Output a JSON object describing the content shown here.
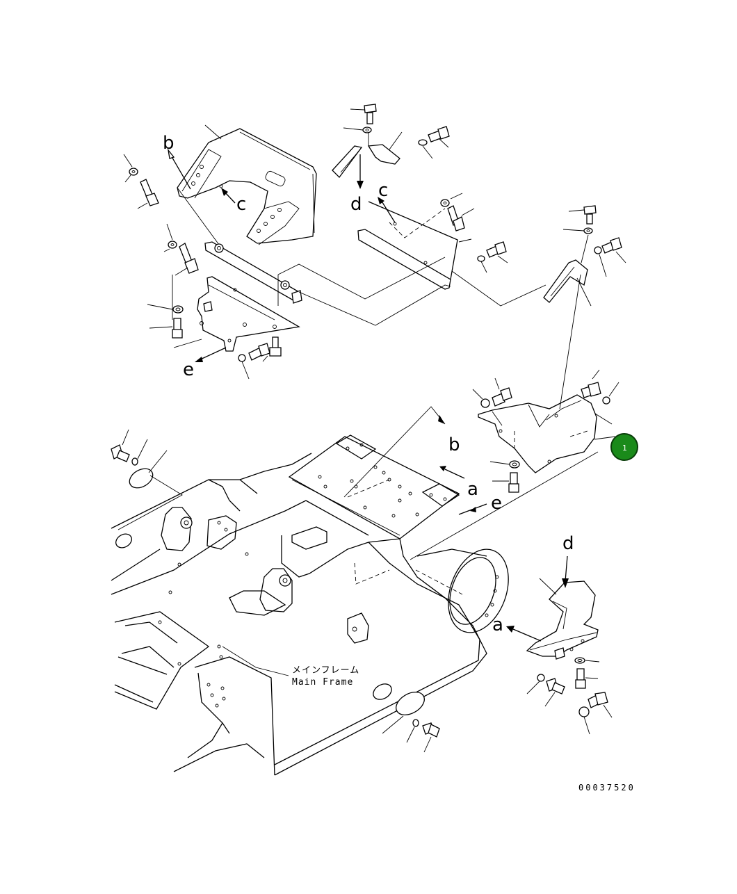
{
  "diagram": {
    "labels": {
      "b_top": "b",
      "c_top": "c",
      "d_top": "d",
      "c_mid": "c",
      "e_left": "e",
      "b_mid": "b",
      "a_mid": "a",
      "e_mid": "e",
      "d_right": "d",
      "a_right": "a"
    },
    "main_frame_jp": "メインフレーム",
    "main_frame_en": "Main Frame",
    "drawing_number": "00037520",
    "part_marker": "1",
    "colors": {
      "line": "#000000",
      "marker_fill": "#1a8a1a",
      "marker_ring": "#0a3d0a",
      "background": "#ffffff"
    }
  }
}
